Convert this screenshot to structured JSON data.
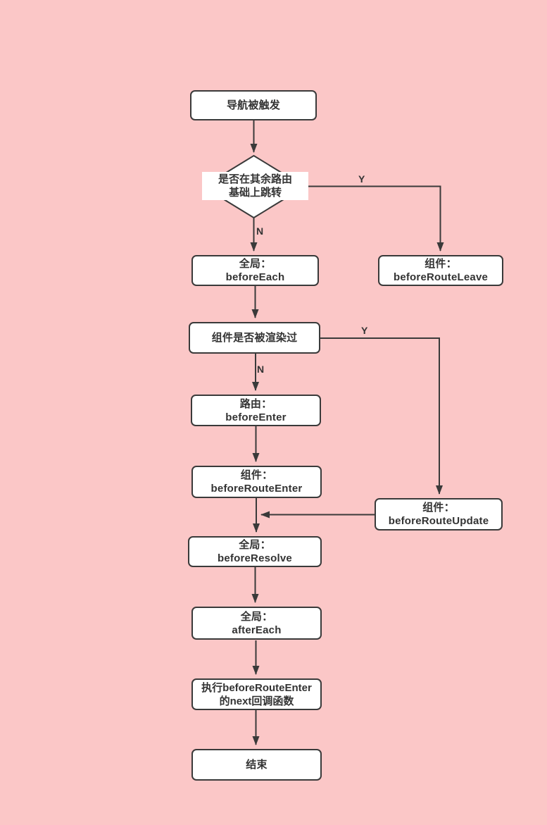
{
  "colors": {
    "background": "#fbc7c7",
    "node_fill": "#ffffff",
    "line": "#3a3a3a",
    "text": "#333333"
  },
  "nodes": {
    "start": {
      "line1": "导航被触发"
    },
    "decision_new_route": {
      "line1": "是否在其余路由",
      "line2": "基础上跳转"
    },
    "before_each": {
      "line1": "全局：",
      "line2": "beforeEach"
    },
    "before_route_leave": {
      "line1": "组件：",
      "line2": "beforeRouteLeave"
    },
    "decision_rendered": {
      "line1": "组件是否被渲染过"
    },
    "before_enter": {
      "line1": "路由：",
      "line2": "beforeEnter"
    },
    "before_route_enter": {
      "line1": "组件：",
      "line2": "beforeRouteEnter"
    },
    "before_route_update": {
      "line1": "组件：",
      "line2": "beforeRouteUpdate"
    },
    "before_resolve": {
      "line1": "全局：",
      "line2": "beforeResolve"
    },
    "after_each": {
      "line1": "全局：",
      "line2": "afterEach"
    },
    "next_callback": {
      "line1": "执行beforeRouteEnter",
      "line2": "的next回调函数"
    },
    "end": {
      "line1": "结束"
    }
  },
  "edge_labels": {
    "decision_new_route_yes": "Y",
    "decision_new_route_no": "N",
    "decision_rendered_yes": "Y",
    "decision_rendered_no": "N"
  }
}
